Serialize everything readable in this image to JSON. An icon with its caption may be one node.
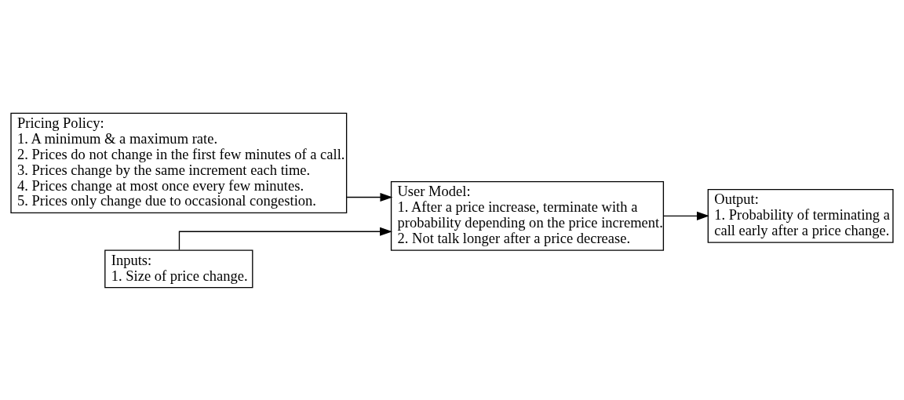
{
  "diagram": {
    "nodes": [
      {
        "text": [
          "Pricing Policy:",
          "1. A minimum & a maximum rate.",
          "2. Prices do not change in the first few minutes of a call.",
          "3. Prices change by the same increment each time.",
          "4. Prices change at most once every few minutes.",
          "5. Prices only change due to occasional congestion."
        ]
      },
      {
        "text": [
          "User Model:",
          "1. After a price increase, terminate with a probability depending on the price increment.",
          "2. Not talk longer after a price decrease."
        ]
      },
      {
        "text": [
          "Output:",
          "1. Probability of terminating a call early after a price change."
        ]
      },
      {
        "text": [
          "Inputs:",
          "1. Size of price change."
        ]
      }
    ],
    "edges": [
      {
        "from": 0,
        "to": 1,
        "arrow": "to"
      },
      {
        "from": 3,
        "to": 1,
        "arrow": "to"
      },
      {
        "from": 1,
        "to": 2,
        "arrow": "to"
      }
    ]
  }
}
